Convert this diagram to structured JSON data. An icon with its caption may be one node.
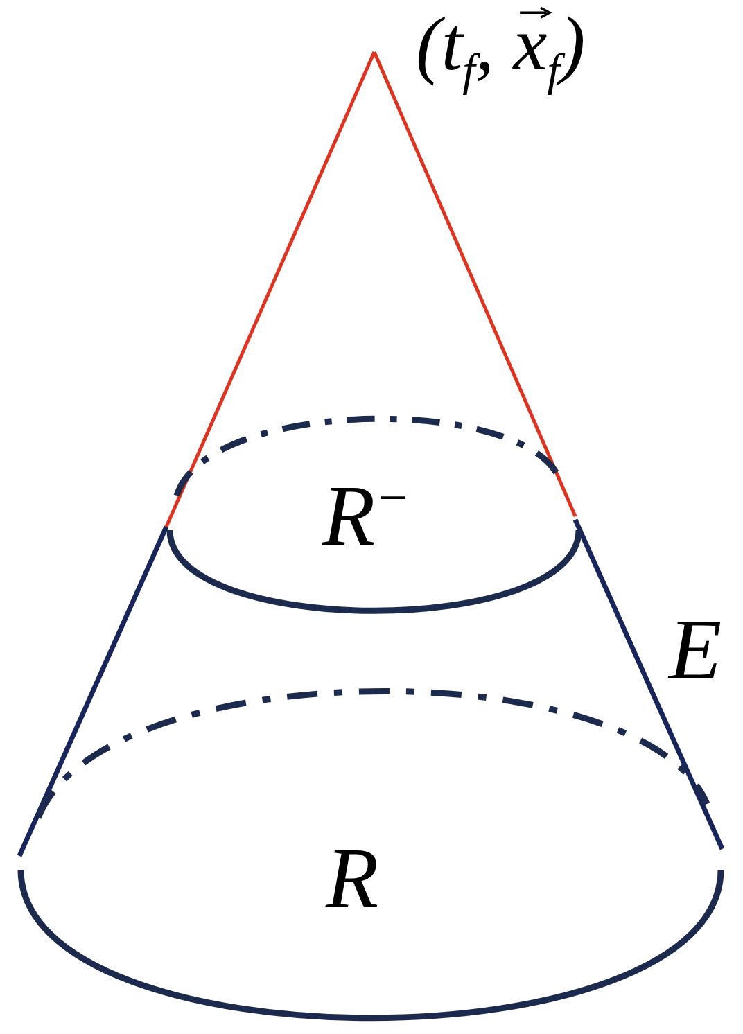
{
  "diagram": {
    "labels": [
      "(t$_{f}$, x⃗$_{f}$)",
      "R$^{−}$",
      "E",
      "R"
    ]
  }
}
